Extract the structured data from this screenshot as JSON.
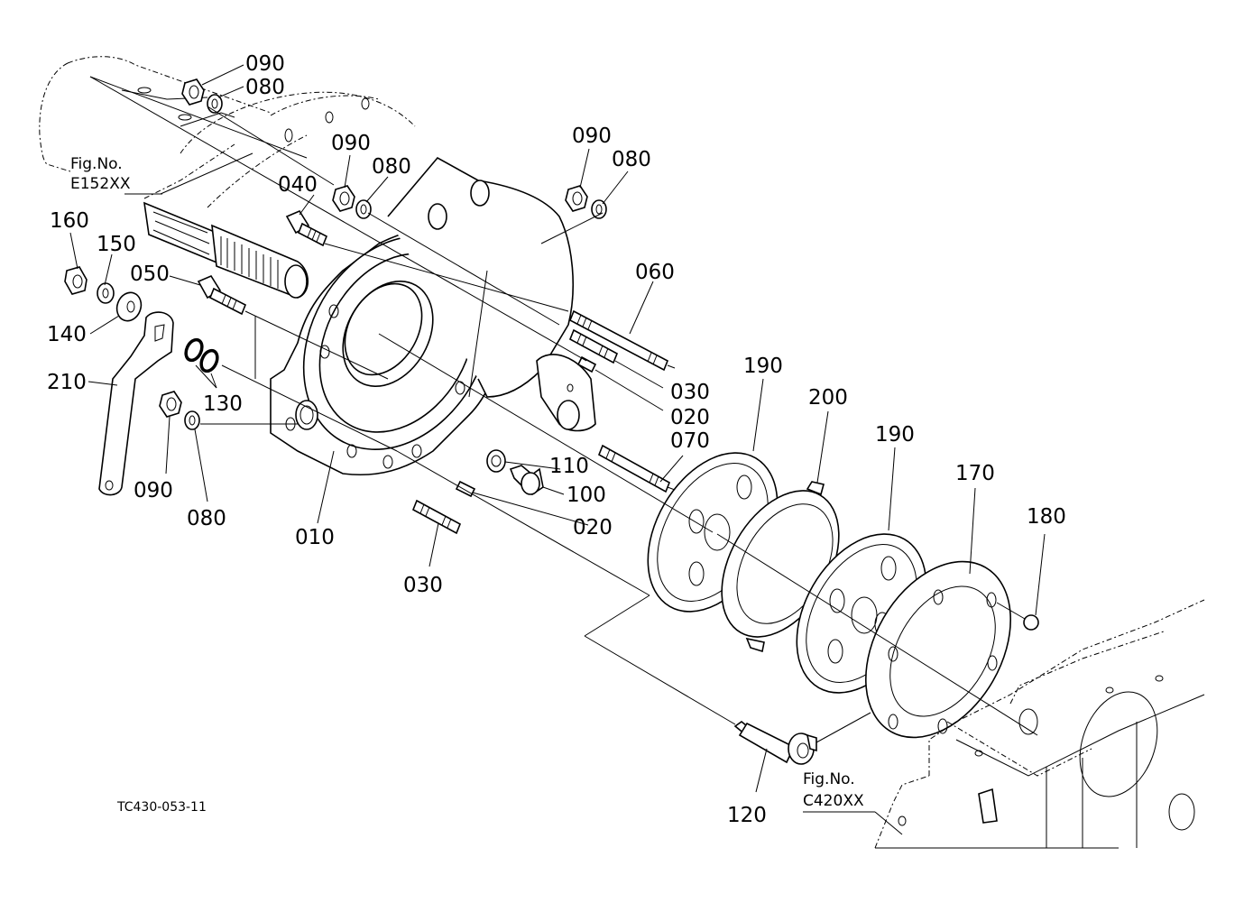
{
  "diagram": {
    "type": "exploded-parts-diagram",
    "drawing_code": "TC430-053-11",
    "figure_references": [
      {
        "prefix": "Fig.No.",
        "code": "E152XX"
      },
      {
        "prefix": "Fig.No.",
        "code": "C420XX"
      }
    ],
    "callouts": [
      {
        "id": "c090a",
        "label": "090",
        "part": "nut"
      },
      {
        "id": "c080a",
        "label": "080",
        "part": "spring-washer"
      },
      {
        "id": "c090b",
        "label": "090",
        "part": "nut"
      },
      {
        "id": "c080b",
        "label": "080",
        "part": "spring-washer"
      },
      {
        "id": "c090c",
        "label": "090",
        "part": "nut"
      },
      {
        "id": "c080c",
        "label": "080",
        "part": "spring-washer"
      },
      {
        "id": "c040",
        "label": "040",
        "part": "bolt"
      },
      {
        "id": "c160",
        "label": "160",
        "part": "nut"
      },
      {
        "id": "c150",
        "label": "150",
        "part": "spring-washer"
      },
      {
        "id": "c050",
        "label": "050",
        "part": "bolt"
      },
      {
        "id": "c060",
        "label": "060",
        "part": "stud"
      },
      {
        "id": "c140",
        "label": "140",
        "part": "washer"
      },
      {
        "id": "c210",
        "label": "210",
        "part": "lever"
      },
      {
        "id": "c130",
        "label": "130",
        "part": "o-ring"
      },
      {
        "id": "c030a",
        "label": "030",
        "part": "stud"
      },
      {
        "id": "c020a",
        "label": "020",
        "part": "pin"
      },
      {
        "id": "c070",
        "label": "070",
        "part": "stud"
      },
      {
        "id": "c190a",
        "label": "190",
        "part": "brake-disc"
      },
      {
        "id": "c200",
        "label": "200",
        "part": "friction-plate"
      },
      {
        "id": "c190b",
        "label": "190",
        "part": "brake-disc"
      },
      {
        "id": "c170",
        "label": "170",
        "part": "plate"
      },
      {
        "id": "c180",
        "label": "180",
        "part": "ball"
      },
      {
        "id": "c090d",
        "label": "090",
        "part": "nut"
      },
      {
        "id": "c080d",
        "label": "080",
        "part": "spring-washer"
      },
      {
        "id": "c110",
        "label": "110",
        "part": "seal-washer"
      },
      {
        "id": "c100",
        "label": "100",
        "part": "plug"
      },
      {
        "id": "c010",
        "label": "010",
        "part": "brake-case"
      },
      {
        "id": "c020b",
        "label": "020",
        "part": "pin"
      },
      {
        "id": "c030b",
        "label": "030",
        "part": "stud"
      },
      {
        "id": "c120",
        "label": "120",
        "part": "cam-shaft"
      }
    ]
  }
}
